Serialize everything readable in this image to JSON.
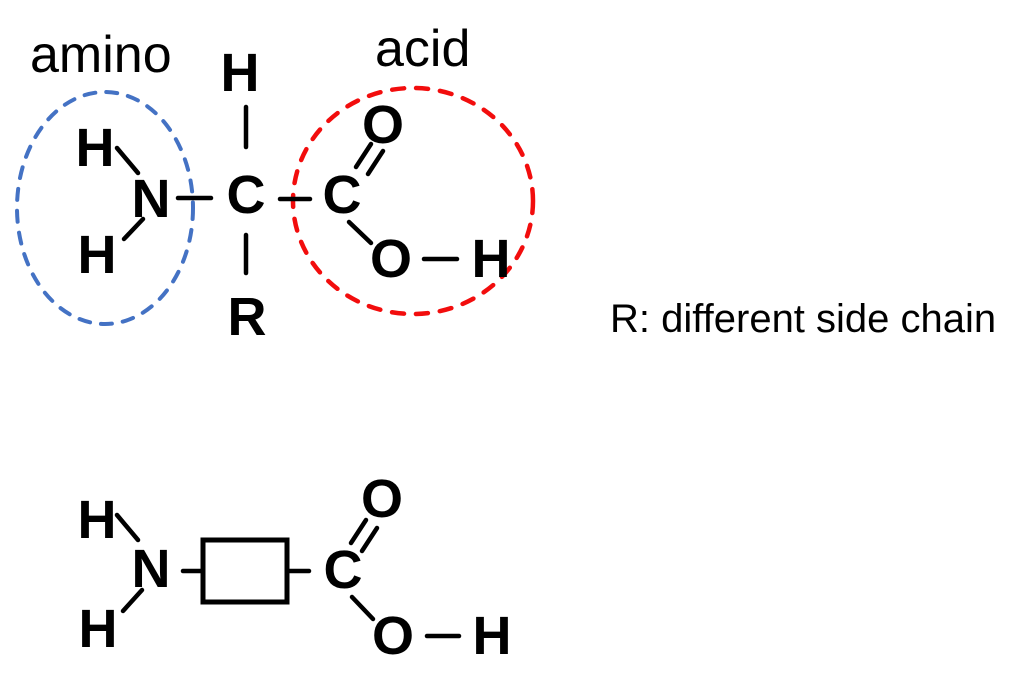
{
  "colors": {
    "amino_blue": "#4472C4",
    "acid_red": "#F20D0D",
    "ink": "#000000",
    "background": "#FFFFFF"
  },
  "annotations": {
    "amino_label": "amino",
    "acid_label": "acid",
    "side_chain_note": "R: different side chain"
  },
  "top_structure": {
    "alpha_hydrogen": "H",
    "alpha_carbon": "C",
    "side_chain": "R",
    "nitrogen": "N",
    "amine_hydrogen_top": "H",
    "amine_hydrogen_bottom": "H",
    "carboxyl_carbon": "C",
    "carbonyl_oxygen": "O",
    "hydroxyl_oxygen": "O",
    "hydroxyl_hydrogen": "H"
  },
  "bottom_structure": {
    "nitrogen": "N",
    "amine_hydrogen_top": "H",
    "amine_hydrogen_bottom": "H",
    "carboxyl_carbon": "C",
    "carbonyl_oxygen": "O",
    "hydroxyl_oxygen": "O",
    "hydroxyl_hydrogen": "H"
  }
}
